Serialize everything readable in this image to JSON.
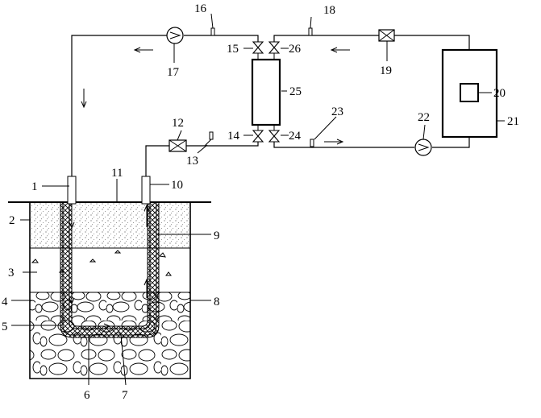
{
  "labels": {
    "l1": "1",
    "l2": "2",
    "l3": "3",
    "l4": "4",
    "l5": "5",
    "l6": "6",
    "l7": "7",
    "l8": "8",
    "l9": "9",
    "l10": "10",
    "l11": "11",
    "l12": "12",
    "l13": "13",
    "l14": "14",
    "l15": "15",
    "l16": "16",
    "l17": "17",
    "l18": "18",
    "l19": "19",
    "l20": "20",
    "l21": "21",
    "l22": "22",
    "l23": "23",
    "l24": "24",
    "l25": "25",
    "l26": "26"
  },
  "colors": {
    "line": "#000000",
    "background": "#ffffff",
    "fill": "#ffffff"
  }
}
